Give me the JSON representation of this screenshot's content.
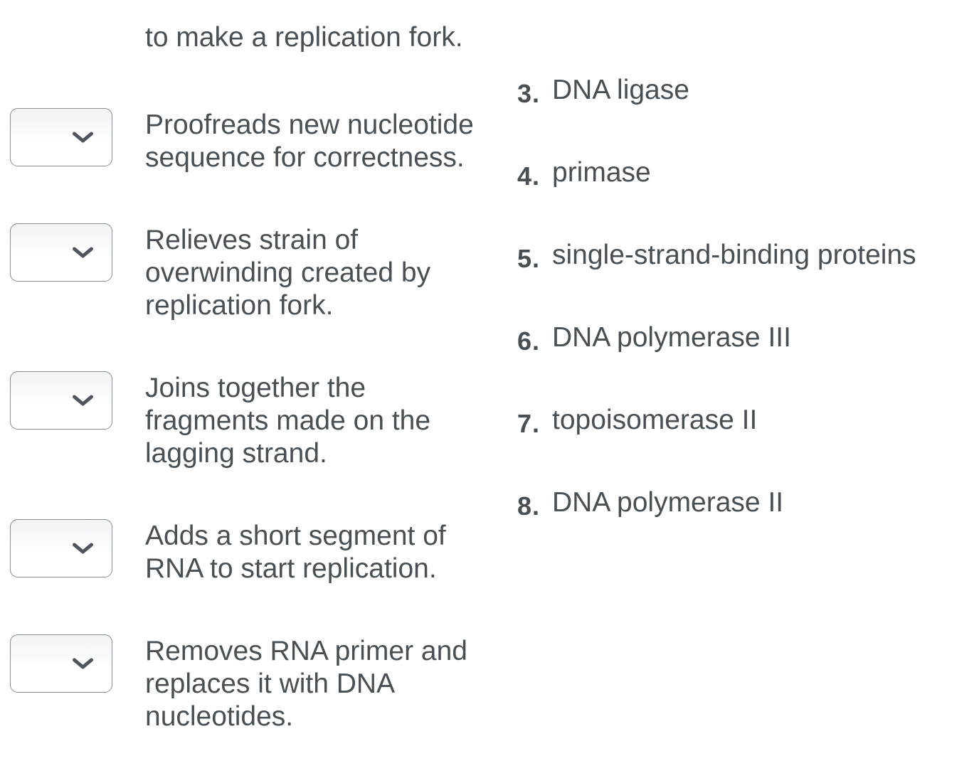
{
  "colors": {
    "background": "#ffffff",
    "text": "#4a4f53",
    "select_border": "#868d93",
    "select_gradient_top": "#f1f3f4",
    "chevron": "#4f555a"
  },
  "matching": {
    "prompts": [
      {
        "text": "to make a replication fork.",
        "selected": "",
        "dropdown_visible": false
      },
      {
        "text": "Proofreads new nucleotide\nsequence for correctness.",
        "selected": "",
        "dropdown_visible": true
      },
      {
        "text": "Relieves strain of\noverwinding created by\nreplication fork.",
        "selected": "",
        "dropdown_visible": true
      },
      {
        "text": "Joins together the\nfragments made on the\nlagging strand.",
        "selected": "",
        "dropdown_visible": true
      },
      {
        "text": "Adds a short segment of\nRNA to start replication.",
        "selected": "",
        "dropdown_visible": true
      },
      {
        "text": "Removes RNA primer and\nreplaces it with DNA\nnucleotides.",
        "selected": "",
        "dropdown_visible": true
      }
    ],
    "dropdown_icon": "chevron-down-icon",
    "answers": [
      {
        "number": "3.",
        "label": "DNA ligase"
      },
      {
        "number": "4.",
        "label": "primase"
      },
      {
        "number": "5.",
        "label": "single-strand-binding proteins"
      },
      {
        "number": "6.",
        "label": "DNA polymerase III"
      },
      {
        "number": "7.",
        "label": "topoisomerase II"
      },
      {
        "number": "8.",
        "label": "DNA polymerase II"
      }
    ]
  }
}
